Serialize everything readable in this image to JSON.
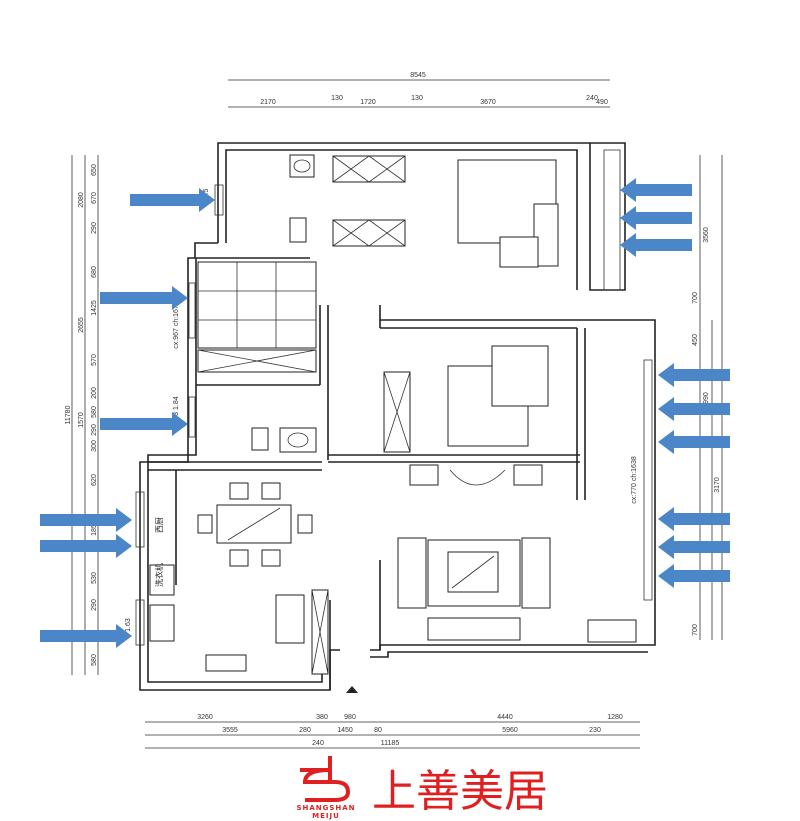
{
  "dimensions": {
    "top_total": "8545",
    "top_segments": [
      "2170",
      "130",
      "1720",
      "130",
      "3670",
      "240",
      "490"
    ],
    "bottom_row1": [
      "3260",
      "380",
      "980",
      "4440",
      "1280"
    ],
    "bottom_row2": [
      "3555",
      "280",
      "1450",
      "80",
      "5960",
      "230"
    ],
    "bottom_row3": [
      "240",
      "11185"
    ],
    "left_total": "11780",
    "left_groups": [
      "2080",
      "2655",
      "1570"
    ],
    "left_segments": [
      "650",
      "670",
      "290",
      "680",
      "1425",
      "570",
      "200",
      "580",
      "290",
      "300",
      "620",
      "185",
      "530",
      "290",
      "580"
    ],
    "right_outer": [
      "3560",
      "2990"
    ],
    "right_mid": [
      "3170"
    ],
    "right_segments": [
      "700",
      "450",
      "700"
    ]
  },
  "annotations": {
    "window_top_left": "cx:5",
    "window_left_mid": "cx:967 ch:1678",
    "window_left_low": "583 1.84",
    "window_right_mid": "cx:770 ch:1638",
    "west_kitchen": "西厨",
    "washer": "洗衣机",
    "kitchen_window": "1.63"
  },
  "logo": {
    "name_cn": "上善美居",
    "name_en_line1": "SHANGSHAN",
    "name_en_line2": "MEIJU",
    "color": "#e02020"
  },
  "colors": {
    "arrow": "#4a86c8",
    "wall": "#222222"
  }
}
